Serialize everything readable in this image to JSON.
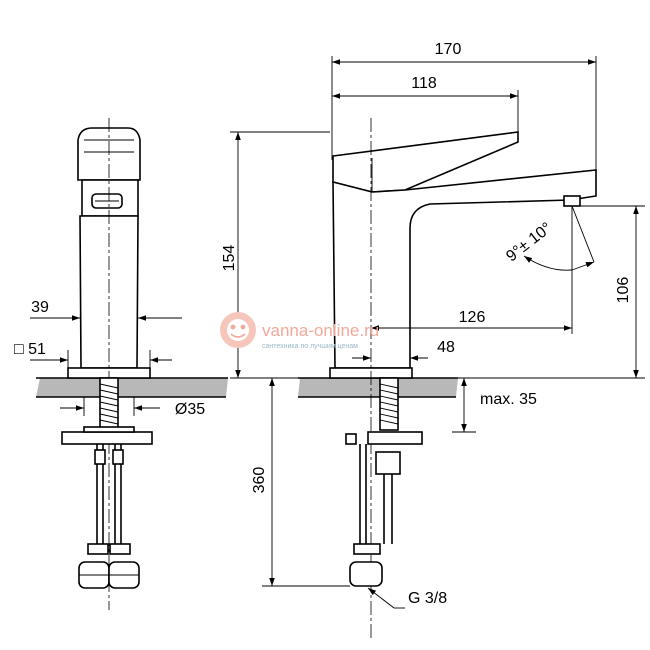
{
  "dimensions": {
    "overall_length": "170",
    "lever_length": "118",
    "height": "154",
    "spout_height": "106",
    "spout_reach": "126",
    "base_offset": "48",
    "body_width": "39",
    "base_square": "□ 51",
    "hole_diameter": "Ø35",
    "hose_length": "360",
    "max_counter": "max. 35",
    "thread": "G 3/8",
    "aerator_angle": "9°± 10°"
  },
  "watermark": {
    "brand": "vanna-online.ru",
    "tagline": "сантехника по лучшим ценам"
  },
  "colors": {
    "line": "#000000",
    "countertop": "#b8b8b8",
    "watermark": "#f2a99a"
  }
}
